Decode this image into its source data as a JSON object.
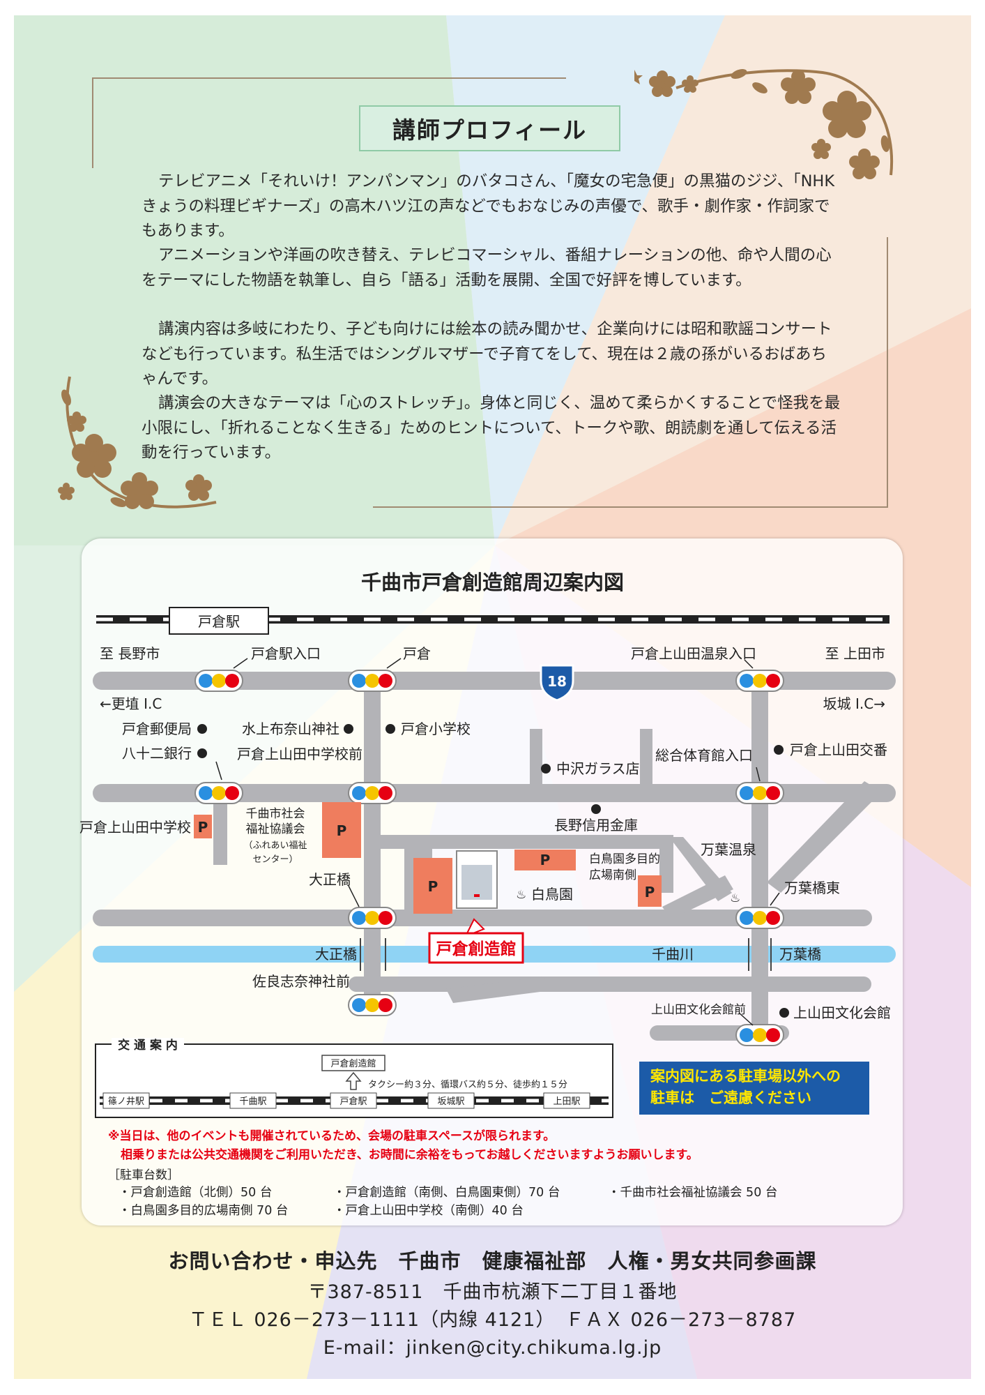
{
  "profile": {
    "title": "講師プロフィール",
    "paragraphs": [
      "テレビアニメ「それいけ！アンパンマン」のバタコさん、「魔女の宅急便」の黒猫のジジ、「NHK きょうの料理ビギナーズ」の高木ハツ江の声などでもおなじみの声優で、歌手・劇作家・作詞家でもあります。",
      "アニメーションや洋画の吹き替え、テレビコマーシャル、番組ナレーションの他、命や人間の心をテーマにした物語を執筆し、自ら「語る」活動を展開、全国で好評を博しています。",
      "講演内容は多岐にわたり、子ども向けには絵本の読み聞かせ、企業向けには昭和歌謡コンサートなども行っています。私生活ではシングルマザーで子育てをして、現在は２歳の孫がいるおばあちゃんです。",
      "講演会の大きなテーマは「心のストレッチ」。身体と同じく、温めて柔らかくすることで怪我を最小限にし、「折れることなく生きる」ためのヒントについて、トークや歌、朗読劇を通して伝える活動を行っています。"
    ]
  },
  "map": {
    "title": "千曲市戸倉創造館周辺案内図",
    "labels": {
      "station": "戸倉駅",
      "to_nagano": "至 長野市",
      "to_ueda": "至 上田市",
      "tokura_eki_iriguchi": "戸倉駅入口",
      "tokura": "戸倉",
      "onsen_iriguchi": "戸倉上山田温泉入口",
      "route": "18",
      "koshoku_ic": "←更埴 I.C",
      "sakaki_ic": "坂城 I.C→",
      "post": "戸倉郵便局",
      "bank": "八十二銀行",
      "shrine": "水上布奈山神社",
      "elem": "戸倉小学校",
      "jhs_mae": "戸倉上山田中学校前",
      "glass": "中沢ガラス店",
      "gym": "総合体育館入口",
      "koban": "戸倉上山田交番",
      "jhs": "戸倉上山田中学校",
      "welfare1": "千曲市社会",
      "welfare2": "福祉協議会",
      "welfare3": "（ふれあい福祉",
      "welfare4": "センター）",
      "credit": "長野信用金庫",
      "hakuchoen_plaza1": "白鳥園多目的",
      "hakuchoen_plaza2": "広場南側",
      "manyo_onsen": "万葉温泉",
      "manyo_east": "万葉橋東",
      "taisho_bridge_n": "大正橋",
      "hakuchoen": "白鳥園",
      "venue": "戸倉創造館",
      "taisho_bridge": "大正橋",
      "river": "千曲川",
      "manyo_bridge": "万葉橋",
      "sarashina_shrine": "佐良志奈神社前",
      "bunka_mae": "上山田文化会館前",
      "bunka": "上山田文化会館",
      "parking_mark": "P"
    },
    "traffic": {
      "title": "交 通 案 内",
      "venue": "戸倉創造館",
      "note": "タクシー約３分、循環バス約５分、徒歩約１５分",
      "stations": [
        "篠ノ井駅",
        "千曲駅",
        "戸倉駅",
        "坂城駅",
        "上田駅"
      ]
    },
    "notice": [
      "案内図にある駐車場以外への",
      "駐車は　ご遠慮ください"
    ]
  },
  "warning": [
    "※当日は、他のイベントも開催されているため、会場の駐車スペースが限られます。",
    "相乗りまたは公共交通機関をご利用いただき、お時間に余裕をもってお越しくださいますようお願いします。"
  ],
  "parking": {
    "head": "［駐車台数］",
    "items": [
      "・戸倉創造館（北側）50 台",
      "・戸倉創造館（南側、白鳥園東側）70 台",
      "・千曲市社会福祉協議会 50 台",
      "・白鳥園多目的広場南側 70 台",
      "・戸倉上山田中学校（南側）40 台"
    ]
  },
  "contact": {
    "heading": "お問い合わせ・申込先　千曲市　健康福祉部　人権・男女共同参画課",
    "address": "〒387-8511　千曲市杭瀬下二丁目１番地",
    "tel": "ＴＥＬ 026－273－1111（内線 4121）　ＦＡＸ 026－273－8787",
    "email": "E-mail：jinken@city.chikuma.lg.jp"
  },
  "colors": {
    "road": "#b3b3b7",
    "river": "#8fd3f4",
    "parking": "#ef7d5e",
    "notice_bg": "#1c5ba8",
    "notice_text": "#ffe600",
    "warning": "#e60012",
    "frame": "#a08a72",
    "flower": "#a07a4f"
  }
}
